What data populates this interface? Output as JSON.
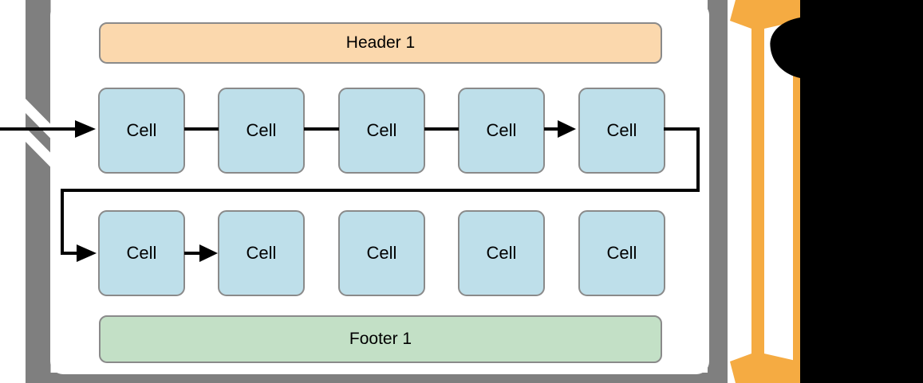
{
  "diagram": {
    "header": {
      "label": "Header 1"
    },
    "rows": [
      {
        "cells": [
          {
            "label": "Cell"
          },
          {
            "label": "Cell"
          },
          {
            "label": "Cell"
          },
          {
            "label": "Cell"
          },
          {
            "label": "Cell"
          }
        ]
      },
      {
        "cells": [
          {
            "label": "Cell"
          },
          {
            "label": "Cell"
          },
          {
            "label": "Cell"
          },
          {
            "label": "Cell"
          },
          {
            "label": "Cell"
          }
        ]
      }
    ],
    "footer": {
      "label": "Footer 1"
    },
    "colors": {
      "header_fill": "#fbd8ad",
      "footer_fill": "#c3e0c6",
      "cell_fill": "#bedfea",
      "box_border": "#8a8a8a",
      "frame_gray": "#7f7f7f",
      "scroll_arrow_orange": "#f5ab42",
      "flow_arrow_black": "#000000",
      "mask_black": "#000000"
    },
    "icons": {
      "entry_flow_arrow_icon": "→",
      "cell_connector_arrow_icon": "→",
      "row_wrap_arrow_icon": "⤶",
      "vertical_scroll_arrow_icon": "↕",
      "brace_fragment_icon": "{"
    }
  }
}
